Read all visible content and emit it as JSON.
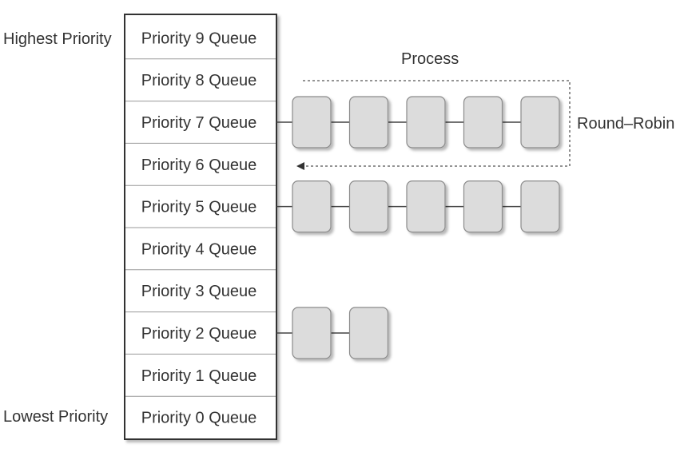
{
  "labels": {
    "highest": "Highest Priority",
    "lowest": "Lowest Priority",
    "process": "Process",
    "round_robin": "Round–Robin"
  },
  "queues": [
    {
      "label": "Priority 9 Queue",
      "processes": 0
    },
    {
      "label": "Priority 8 Queue",
      "processes": 0
    },
    {
      "label": "Priority 7 Queue",
      "processes": 5
    },
    {
      "label": "Priority 6 Queue",
      "processes": 0
    },
    {
      "label": "Priority 5 Queue",
      "processes": 5
    },
    {
      "label": "Priority 4 Queue",
      "processes": 0
    },
    {
      "label": "Priority 3 Queue",
      "processes": 0
    },
    {
      "label": "Priority 2 Queue",
      "processes": 2
    },
    {
      "label": "Priority 1 Queue",
      "processes": 0
    },
    {
      "label": "Priority 0 Queue",
      "processes": 0
    }
  ],
  "round_robin_queue_index": 2,
  "colors": {
    "process_fill": "#dcdcdc",
    "process_stroke": "#8a8a8a",
    "line": "#444444",
    "table_stroke": "#333333",
    "row_divider": "#9a9a9a"
  }
}
